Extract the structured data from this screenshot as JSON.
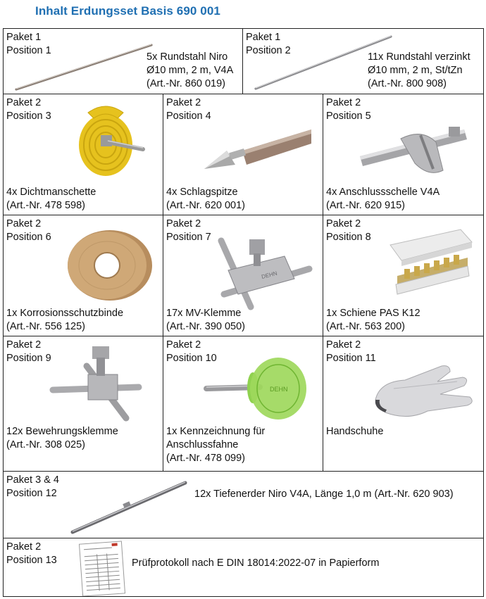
{
  "title": "Inhalt Erdungsset Basis 690 001",
  "cells": [
    {
      "id": "p1-1",
      "paket": "Paket 1",
      "position": "Position 1",
      "desc": [
        "5x Rundstahl Niro",
        "Ø10 mm, 2 m, V4A",
        "(Art.-Nr. 860 019)"
      ],
      "icon": "round-steel-rod-icon"
    },
    {
      "id": "p1-2",
      "paket": "Paket 1",
      "position": "Position 2",
      "desc": [
        "11x Rundstahl verzinkt",
        "Ø10 mm, 2 m, St/tZn",
        "(Art.-Nr. 800 908)"
      ],
      "icon": "galvanized-steel-rod-icon"
    },
    {
      "id": "p2-3",
      "paket": "Paket 2",
      "position": "Position 3",
      "desc": [
        "4x Dichtmanschette",
        "(Art.-Nr. 478 598)"
      ],
      "icon": "sealing-collar-icon"
    },
    {
      "id": "p2-4",
      "paket": "Paket 2",
      "position": "Position 4",
      "desc": [
        "4x Schlagspitze",
        "(Art.-Nr. 620 001)"
      ],
      "icon": "driving-tip-icon"
    },
    {
      "id": "p2-5",
      "paket": "Paket 2",
      "position": "Position 5",
      "desc": [
        "4x Anschlussschelle V4A",
        "(Art.-Nr. 620 915)"
      ],
      "icon": "connection-clamp-icon"
    },
    {
      "id": "p2-6",
      "paket": "Paket 2",
      "position": "Position 6",
      "desc": [
        "1x Korrosionsschutzbinde",
        "(Art.-Nr. 556 125)"
      ],
      "icon": "anti-corrosion-tape-icon"
    },
    {
      "id": "p2-7",
      "paket": "Paket 2",
      "position": "Position 7",
      "desc": [
        "17x MV-Klemme",
        "(Art.-Nr. 390 050)"
      ],
      "icon": "mv-clamp-icon"
    },
    {
      "id": "p2-8",
      "paket": "Paket 2",
      "position": "Position 8",
      "desc": [
        "1x Schiene PAS K12",
        "(Art.-Nr. 563 200)"
      ],
      "icon": "equipotential-bar-icon"
    },
    {
      "id": "p2-9",
      "paket": "Paket 2",
      "position": "Position 9",
      "desc": [
        "12x Bewehrungsklemme",
        "(Art.-Nr. 308 025)"
      ],
      "icon": "reinforcement-clamp-icon"
    },
    {
      "id": "p2-10",
      "paket": "Paket 2",
      "position": "Position 10",
      "desc": [
        "1x Kennzeichnung für",
        "Anschlussfahne",
        "(Art.-Nr. 478 099)"
      ],
      "icon": "marking-disc-icon"
    },
    {
      "id": "p2-11",
      "paket": "Paket 2",
      "position": "Position 11",
      "desc": [
        "Handschuhe"
      ],
      "icon": "gloves-icon"
    },
    {
      "id": "p34-12",
      "paket": "Paket 3 & 4",
      "position": "Position 12",
      "desc": [
        "12x Tiefenerder Niro V4A, Länge 1,0 m (Art.-Nr. 620 903)"
      ],
      "icon": "deep-earth-rod-icon"
    },
    {
      "id": "p2-13",
      "paket": "Paket 2",
      "position": "Position 13",
      "desc": [
        "Prüfprotokoll nach E DIN 18014:2022-07 in Papierform"
      ],
      "icon": "test-report-icon"
    }
  ],
  "colors": {
    "title": "#1f6fb2",
    "border": "#222222",
    "collar_yellow": "#e6c21e",
    "marker_green": "#8fd14f"
  }
}
